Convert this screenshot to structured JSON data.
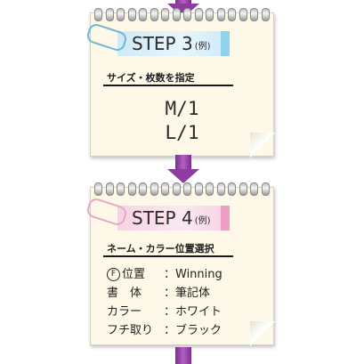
{
  "colors": {
    "arrow": "#8d3d9f",
    "note_bg": "#fdf8e7",
    "tape_blue": "#8fd2ee",
    "tape_pink": "#ec9ec3"
  },
  "card1": {
    "step": "STEP 3",
    "example": "(例)",
    "subtitle": "サイズ・枚数を指定",
    "lines": [
      "M/1",
      "L/1"
    ]
  },
  "card2": {
    "step": "STEP 4",
    "example": "(例)",
    "subtitle": "ネーム・カラー位置選択",
    "rows": [
      {
        "marker": "F",
        "label": "位置",
        "value": "：Winning"
      },
      {
        "label": "書　体",
        "value": "：筆記体"
      },
      {
        "label": "カラー",
        "value": "：ホワイト"
      },
      {
        "label": "フチ取り",
        "value": "：ブラック"
      }
    ]
  }
}
